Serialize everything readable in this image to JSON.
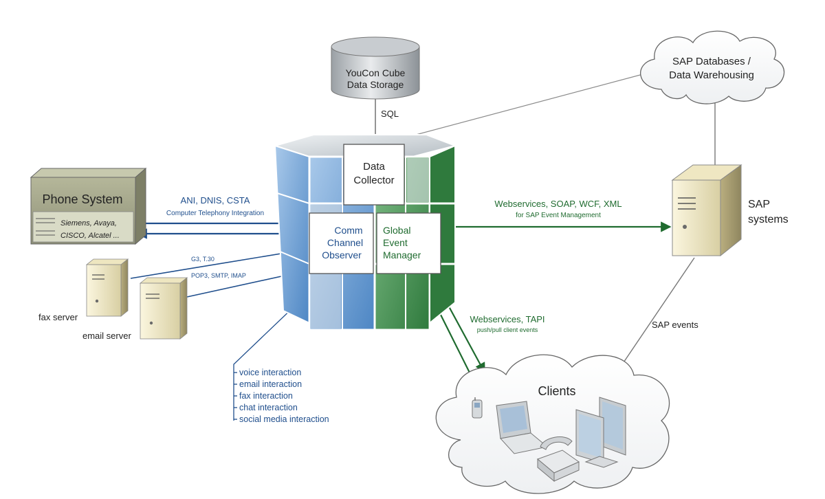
{
  "database": {
    "line1": "YouCon Cube",
    "line2": "Data Storage",
    "link_label": "SQL"
  },
  "sap_db_cloud": {
    "line1": "SAP Databases /",
    "line2": "Data Warehousing"
  },
  "cube": {
    "data_collector": {
      "line1": "Data",
      "line2": "Collector"
    },
    "comm_observer": {
      "line1": "Comm",
      "line2": "Channel",
      "line3": "Observer"
    },
    "event_manager": {
      "line1": "Global",
      "line2": "Event",
      "line3": "Manager"
    }
  },
  "phone_system": {
    "title": "Phone System",
    "vendors1": "Siemens, Avaya,",
    "vendors2": "CISCO, Alcatel ...",
    "link_label": "ANI, DNIS, CSTA",
    "link_sublabel": "Computer Telephony Integration"
  },
  "fax_server": {
    "label": "fax server",
    "link_label": "G3, T.30"
  },
  "email_server": {
    "label": "email server",
    "link_label": "POP3, SMTP, IMAP"
  },
  "sap_systems": {
    "line1": "SAP",
    "line2": "systems",
    "link_label": "Webservices, SOAP, WCF, XML",
    "link_sublabel": "for SAP Event Management",
    "events_label": "SAP events"
  },
  "clients": {
    "title": "Clients",
    "link_label": "Webservices, TAPI",
    "link_sublabel": "push/pull client events"
  },
  "interactions": [
    "voice interaction",
    "email interaction",
    "fax interaction",
    "chat interaction",
    "social media interaction"
  ],
  "colors": {
    "blue": "#1f4e8c",
    "green": "#1f6b2f",
    "cube_blue": "#6fa3d6",
    "cube_green": "#3f8f4f",
    "cube_grey": "#c9cfd3"
  }
}
